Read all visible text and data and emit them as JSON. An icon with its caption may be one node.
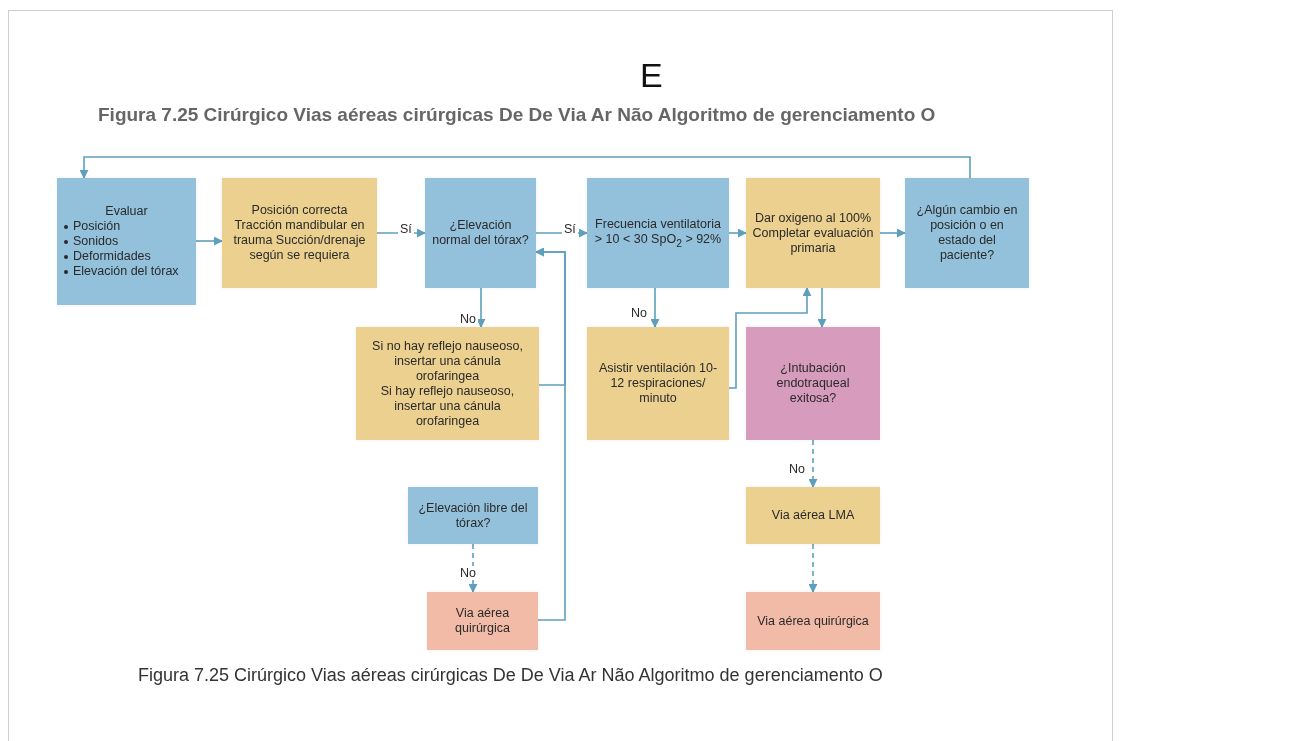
{
  "diagram": {
    "title": "Figura 7.25  Cirúrgico Vias aéreas cirúrgicas  De  De  Via  Ar Não Algoritmo de gerenciamento O",
    "caption": "Figura 7.25  Cirúrgico Vias aéreas cirúrgicas  De  De  Via  Ar Não Algoritmo de gerenciamento O",
    "nodes": [
      {
        "text": [
          "Evaluar",
          "Posición",
          "Sonidos",
          "Deformidades",
          "Elevación del tórax"
        ]
      },
      {
        "text": [
          "Posición correcta Tracción mandibular en trauma Succión/drenaje según se requiera"
        ]
      },
      {
        "text": [
          "¿Elevación normal del tórax?"
        ]
      },
      {
        "text": [
          "Frecuencia ventilatoria > 10 < 30 SpO$_{2}$ > 92%"
        ]
      },
      {
        "text": [
          "Dar oxigeno al 100% Completar evaluación primaria"
        ]
      },
      {
        "text": [
          "¿Algún cambio en posición o en estado del paciente?"
        ]
      },
      {
        "text": [
          "Si no hay reflejo nauseoso, insertar una cánula orofaringea",
          "Si hay reflejo nauseoso, insertar una cánula orofaringea"
        ]
      },
      {
        "text": [
          "Asistir ventilación 10-12 respiraciones/ minuto"
        ]
      },
      {
        "text": [
          "¿Intubación endotraqueal exitosa?"
        ]
      },
      {
        "text": [
          "¿Elevación libre del tórax?"
        ]
      },
      {
        "text": [
          "Via aérea quirúrgica"
        ]
      },
      {
        "text": [
          "Via aérea LMA"
        ]
      },
      {
        "text": [
          "Via aérea quirúrgica"
        ]
      }
    ],
    "edges": [
      {
        "from": 0,
        "to": 1,
        "arrow": "to"
      },
      {
        "from": 1,
        "to": 2,
        "arrow": "to",
        "label": "Sí"
      },
      {
        "from": 2,
        "to": 3,
        "arrow": "to",
        "label": "Sí"
      },
      {
        "from": 3,
        "to": 4,
        "arrow": "to"
      },
      {
        "from": 4,
        "to": 5,
        "arrow": "to"
      },
      {
        "from": 5,
        "to": 0,
        "arrow": "to"
      },
      {
        "from": 2,
        "to": 6,
        "arrow": "to",
        "label": "No"
      },
      {
        "from": 6,
        "to": 2,
        "arrow": "to"
      },
      {
        "from": 10,
        "to": 2,
        "arrow": "to"
      },
      {
        "from": 3,
        "to": 7,
        "arrow": "to",
        "label": "No"
      },
      {
        "from": 7,
        "to": 4,
        "arrow": "to"
      },
      {
        "from": 4,
        "to": 8,
        "arrow": "to"
      },
      {
        "from": 8,
        "to": 11,
        "arrow": "to",
        "label": "No",
        "style": "dashed"
      },
      {
        "from": 11,
        "to": 12,
        "arrow": "to",
        "style": "dashed"
      },
      {
        "from": 9,
        "to": 10,
        "arrow": "to",
        "label": "No",
        "style": "dashed"
      }
    ],
    "labels": [
      "E"
    ]
  }
}
